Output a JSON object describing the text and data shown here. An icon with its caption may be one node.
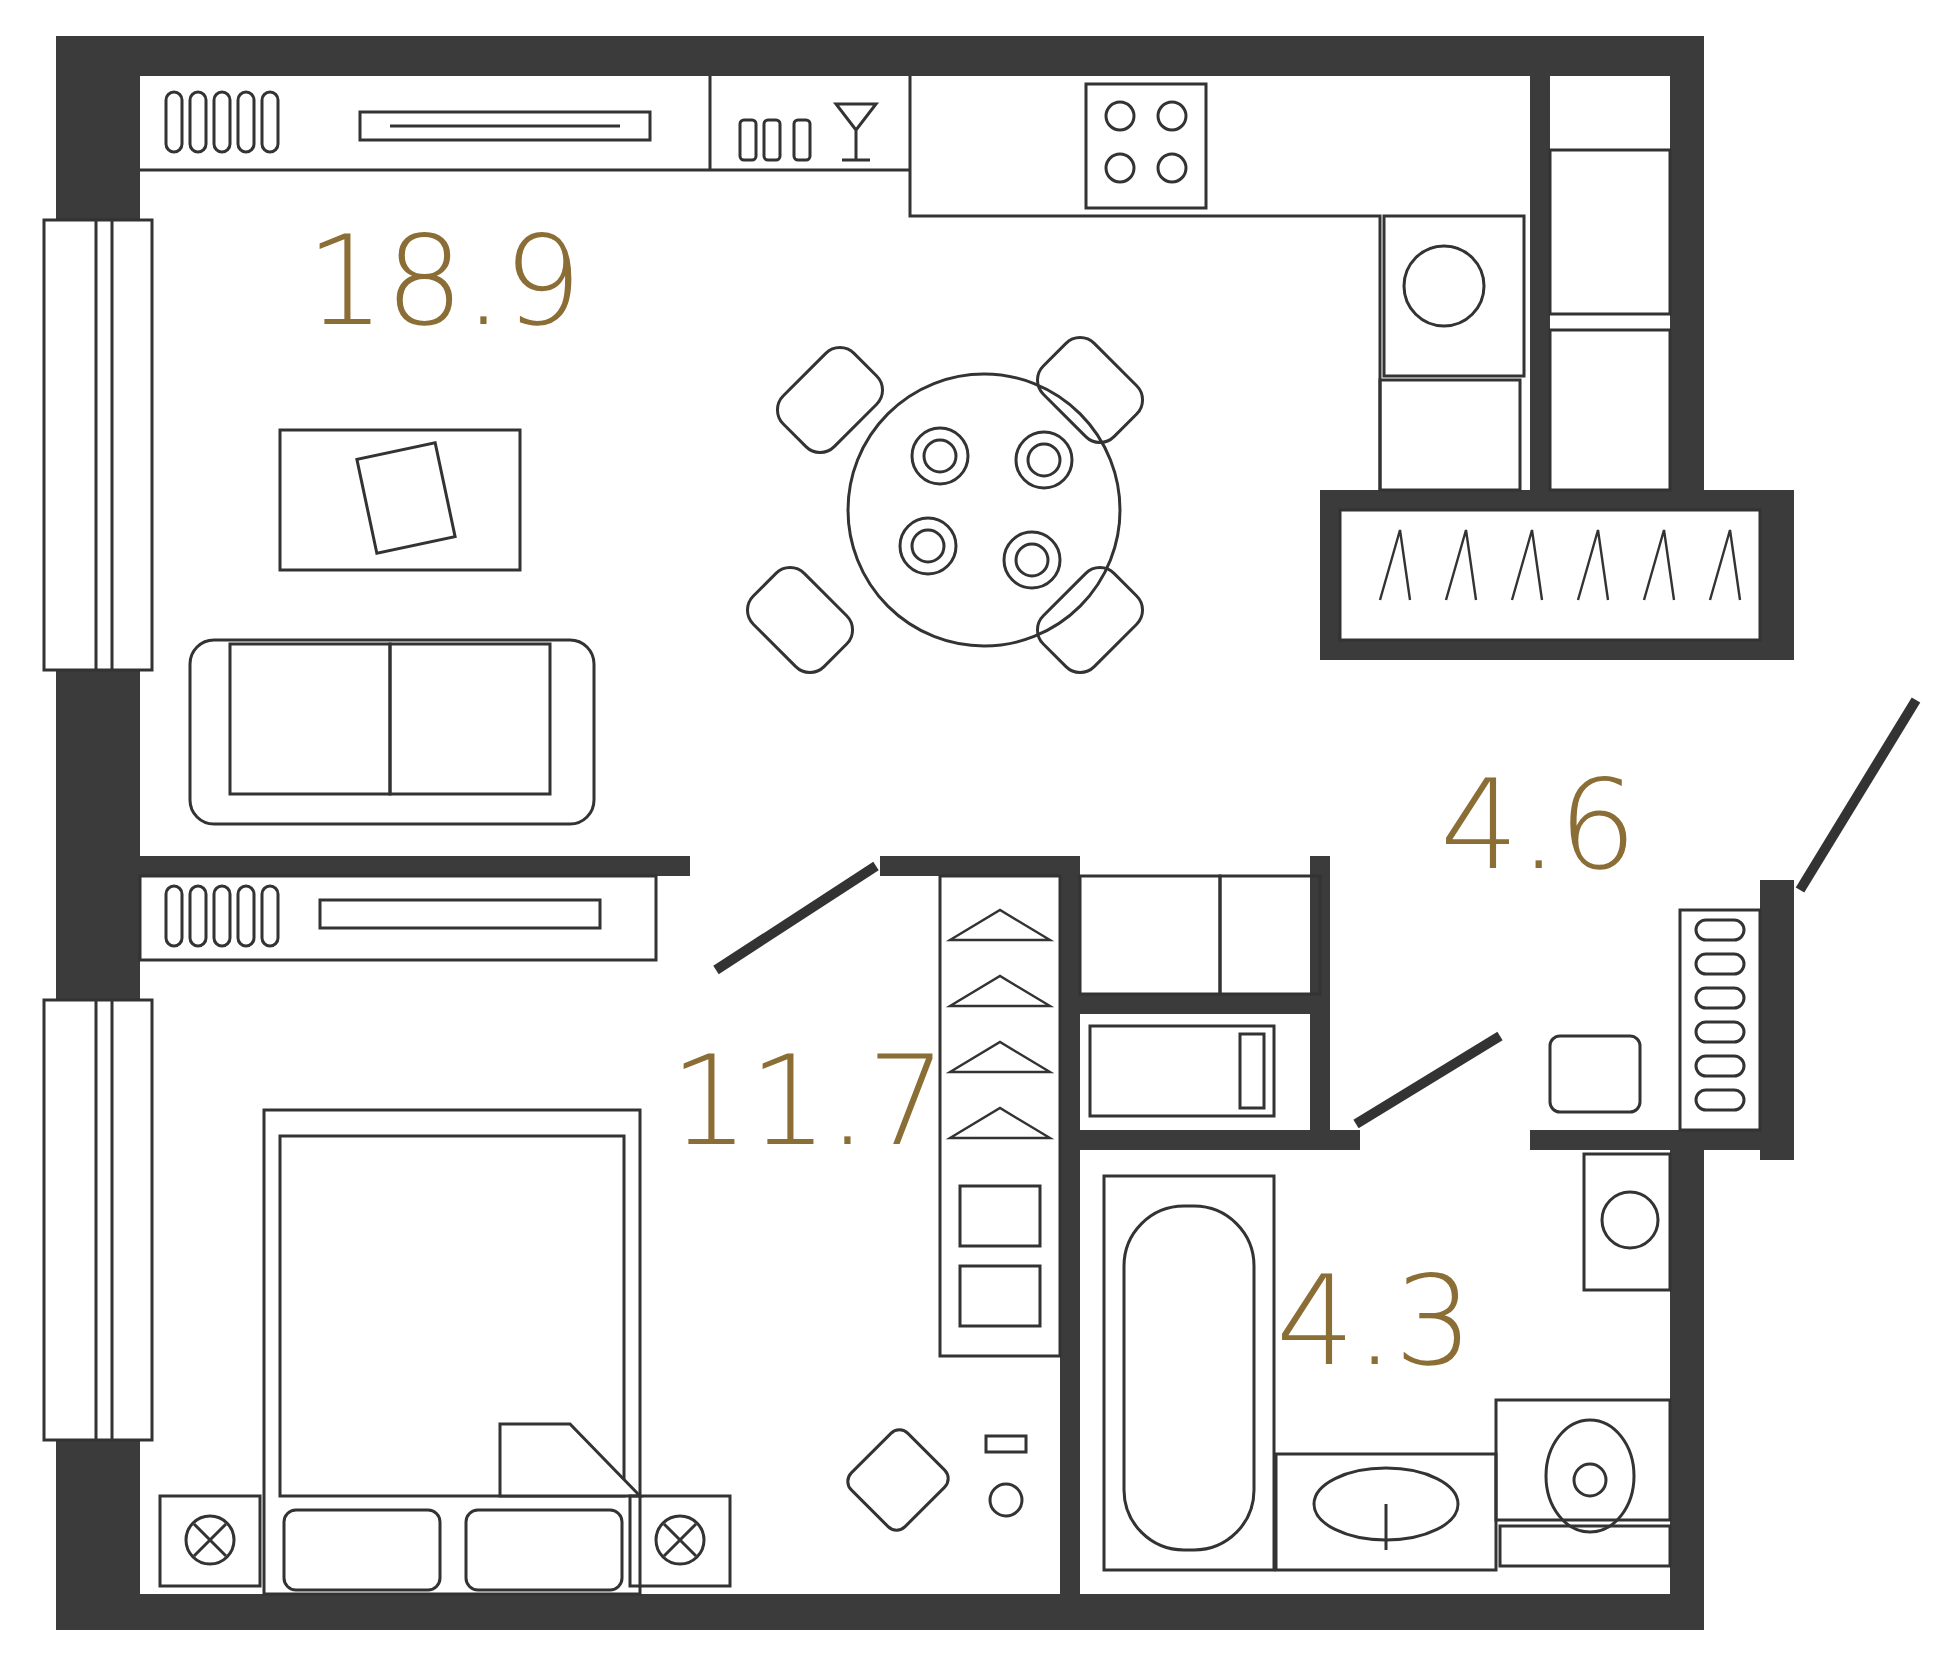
{
  "diagram": {
    "labels": [
      "18.9",
      "4.6",
      "11.7",
      "4.3"
    ]
  }
}
